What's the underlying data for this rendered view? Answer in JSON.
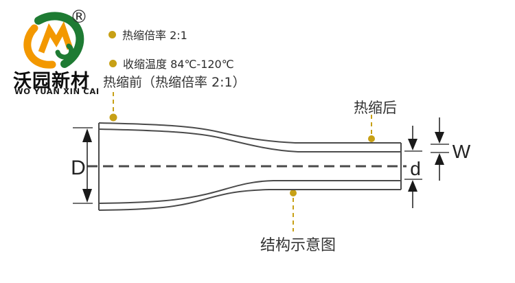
{
  "brand": {
    "name_cn": "沃园新材",
    "name_en": "WO YUAN XIN CAI",
    "registered_mark": "®",
    "logo_green": "#1E7B33",
    "logo_orange": "#F39800"
  },
  "specs": {
    "bullet_color": "#C7A015",
    "items": [
      {
        "label": "热缩倍率 2:1"
      },
      {
        "label": "收缩温度 84℃-120℃"
      }
    ]
  },
  "diagram": {
    "label_before": "热缩前（热缩倍率 2:1）",
    "label_after": "热缩后",
    "caption": "结构示意图",
    "dim_outer_diameter": "D",
    "dim_inner_diameter": "d",
    "dim_wall_thickness": "W",
    "accent_color": "#C7A015",
    "line_color": "#4a4a4a"
  }
}
